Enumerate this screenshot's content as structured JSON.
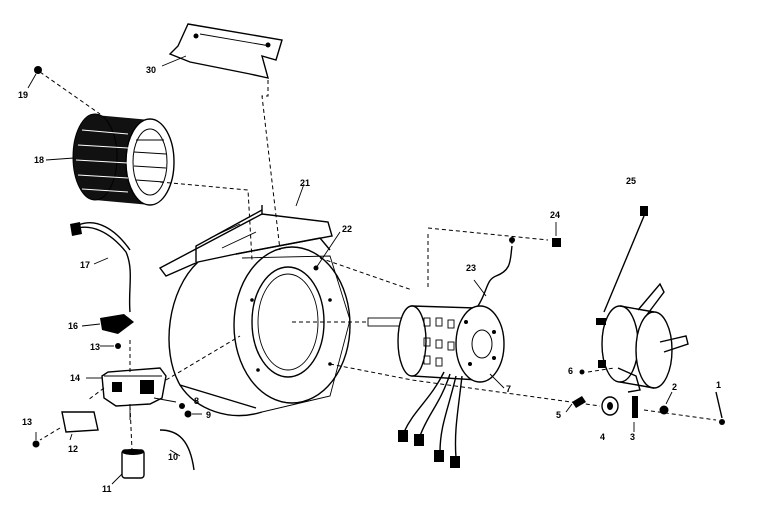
{
  "diagram": {
    "callouts": [
      "1",
      "2",
      "3",
      "4",
      "5",
      "6",
      "7",
      "8",
      "9",
      "10",
      "11",
      "12",
      "13",
      "13",
      "14",
      "16",
      "17",
      "18",
      "19",
      "21",
      "22",
      "23",
      "24",
      "25",
      "30"
    ]
  }
}
